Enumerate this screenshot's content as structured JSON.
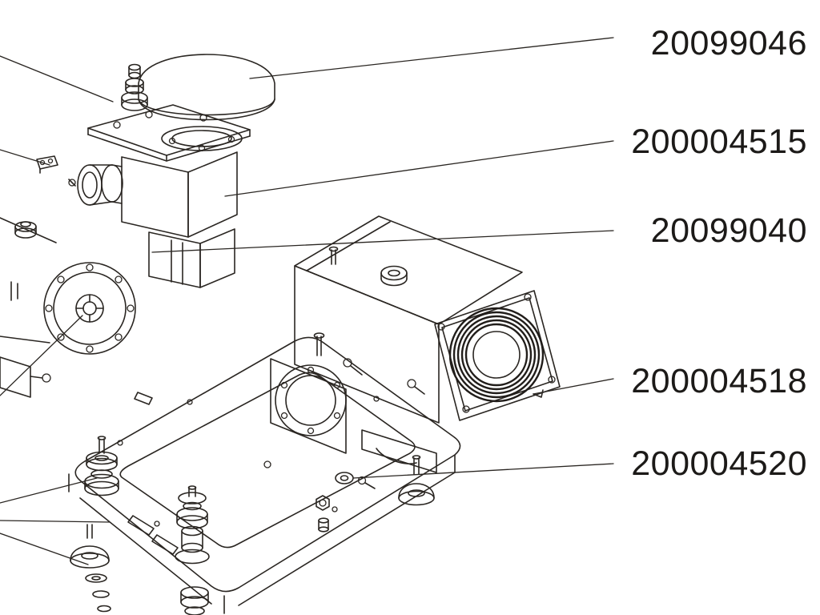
{
  "colors": {
    "ink": "#2a2622",
    "background": "#ffffff"
  },
  "part_labels": [
    {
      "text": "20099046"
    },
    {
      "text": "200004515"
    },
    {
      "text": "20099040"
    },
    {
      "text": "200004518"
    },
    {
      "text": "200004520"
    }
  ]
}
